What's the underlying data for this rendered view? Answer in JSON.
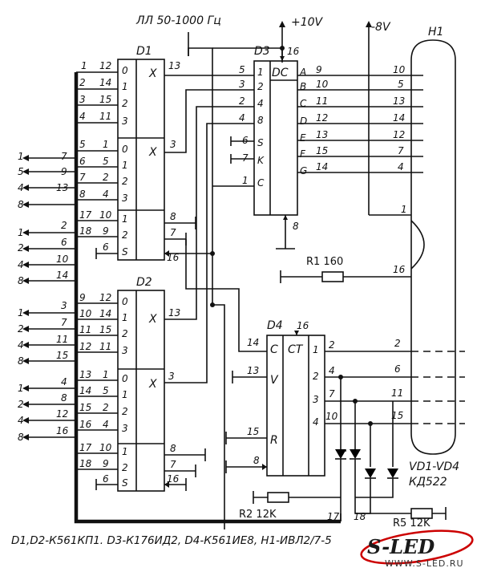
{
  "header": {
    "clock": "ЛЛ 50-1000 Гц",
    "plus_supply": "+10V",
    "minus_supply": "-8V"
  },
  "chips": {
    "d1": {
      "ref": "D1",
      "func_x": "X",
      "inputs": [
        "0",
        "1",
        "2",
        "3"
      ],
      "select": "S",
      "pins_a": [
        "12",
        "14",
        "15",
        "11"
      ],
      "pins_b": [
        "1",
        "5",
        "2",
        "4"
      ],
      "pins_c": [
        "10",
        "9",
        "6"
      ],
      "out_x1": "13",
      "out_x2": "3",
      "pins_right": [
        "8",
        "7",
        "16"
      ]
    },
    "d2": {
      "ref": "D2",
      "func_x": "X",
      "inputs": [
        "0",
        "1",
        "2",
        "3"
      ],
      "select": "S",
      "pins_a": [
        "12",
        "14",
        "15",
        "11"
      ],
      "pins_b": [
        "1",
        "5",
        "2",
        "4"
      ],
      "pins_c": [
        "10",
        "9",
        "6"
      ],
      "out_x1": "13",
      "out_x2": "3",
      "pins_right": [
        "8",
        "7",
        "16"
      ]
    },
    "d3": {
      "ref": "D3",
      "func": "DC",
      "inputs": [
        "1",
        "2",
        "4",
        "8",
        "S",
        "K",
        "C"
      ],
      "in_pins": [
        "5",
        "3",
        "2",
        "4",
        "6",
        "7",
        "1"
      ],
      "outputs": [
        "A",
        "B",
        "C",
        "D",
        "E",
        "F",
        "G"
      ],
      "out_pins": [
        "9",
        "10",
        "11",
        "12",
        "13",
        "15",
        "14"
      ],
      "top_pin": "16",
      "bot_pin": "8"
    },
    "d4": {
      "ref": "D4",
      "func": "CT",
      "inputs": [
        "C",
        "V",
        "R"
      ],
      "in_pins": [
        "14",
        "13",
        "15",
        "8"
      ],
      "top_pin": "16",
      "outputs": [
        "1",
        "2",
        "3",
        "4"
      ],
      "out_pins": [
        "2",
        "4",
        "7",
        "10"
      ]
    }
  },
  "d1_left": {
    "row1": [
      "1",
      "2",
      "3",
      "4"
    ],
    "row2": [
      "5",
      "6",
      "7",
      "8"
    ],
    "row3": [
      "17",
      "18"
    ]
  },
  "d1_right_inputs": {
    "ext": [
      "1",
      "5",
      "4",
      "8",
      "1",
      "2",
      "4",
      "8"
    ],
    "pin_no": [
      "7",
      "9",
      "13",
      "2",
      "6",
      "10",
      "14"
    ]
  },
  "d2_left": {
    "row1": [
      "9",
      "10",
      "11",
      "12"
    ],
    "row2": [
      "13",
      "14",
      "15",
      "16"
    ],
    "row3": [
      "17",
      "18"
    ]
  },
  "d2_right_inputs": {
    "ext": [
      "1",
      "2",
      "4",
      "8",
      "1",
      "2",
      "4",
      "8"
    ],
    "pin_no": [
      "3",
      "7",
      "11",
      "15",
      "4",
      "8",
      "12",
      "16"
    ]
  },
  "h1": {
    "ref": "H1",
    "seg_pins": [
      "10",
      "5",
      "13",
      "14",
      "12",
      "7",
      "4"
    ],
    "pin_1": "1",
    "pin_16": "16",
    "grid_pins": [
      "2",
      "6",
      "11",
      "15"
    ]
  },
  "r1": {
    "label": "R1 160"
  },
  "r2": {
    "label": "R2 12K"
  },
  "r5": {
    "label": "R5 12K"
  },
  "vd": {
    "label_line1": "VD1-VD4",
    "label_line2": "КД522"
  },
  "bottom_pins": [
    "17",
    "18"
  ],
  "footer": "D1,D2-К561КП1. D3-К176ИД2, D4-К561ИЕ8, H1-ИВЛ2/7-5",
  "watermark": {
    "brand": "S-LED",
    "url": "WWW.S-LED.RU"
  }
}
